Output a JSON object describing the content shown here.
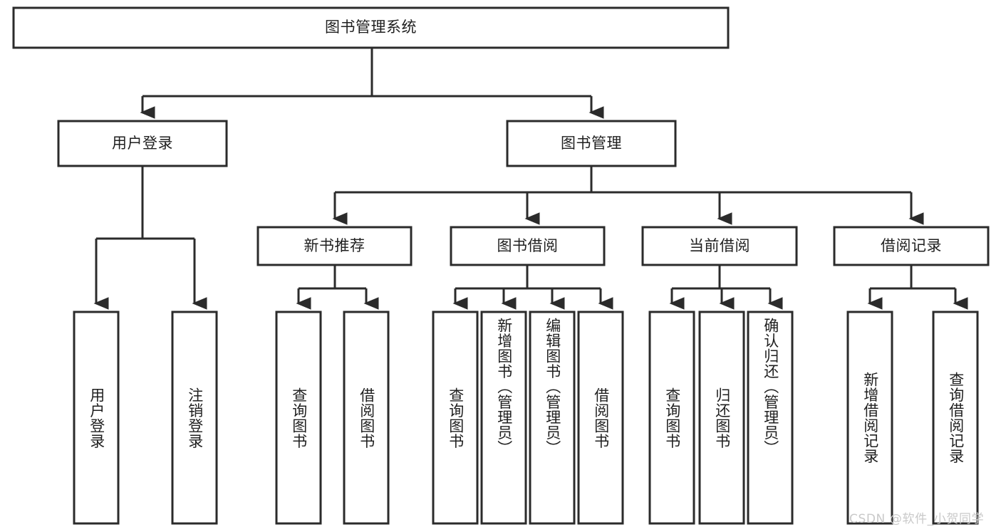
{
  "diagram": {
    "title": "图书管理系统",
    "type": "tree",
    "watermark": "CSDN @软件_小贺同学",
    "colors": {
      "box_stroke": "#2b2b2b",
      "box_fill": "#ffffff",
      "text": "#1f1f1f",
      "background": "#ffffff",
      "watermark": "#c9c9c9"
    },
    "root": {
      "label": "图书管理系统",
      "orientation": "horizontal"
    },
    "level2": [
      {
        "label": "用户登录",
        "orientation": "horizontal"
      },
      {
        "label": "图书管理",
        "orientation": "horizontal"
      }
    ],
    "level3": [
      {
        "label": "新书推荐",
        "orientation": "horizontal",
        "parent": "图书管理"
      },
      {
        "label": "图书借阅",
        "orientation": "horizontal",
        "parent": "图书管理"
      },
      {
        "label": "当前借阅",
        "orientation": "horizontal",
        "parent": "图书管理"
      },
      {
        "label": "借阅记录",
        "orientation": "horizontal",
        "parent": "图书管理"
      }
    ],
    "leaves": [
      {
        "label": "用户登录",
        "orientation": "vertical",
        "parent": "用户登录"
      },
      {
        "label": "注销登录",
        "orientation": "vertical",
        "parent": "用户登录"
      },
      {
        "label": "查询图书",
        "orientation": "vertical",
        "parent": "新书推荐"
      },
      {
        "label": "借阅图书",
        "orientation": "vertical",
        "parent": "新书推荐"
      },
      {
        "label": "查询图书",
        "orientation": "vertical",
        "parent": "图书借阅"
      },
      {
        "label": "新增图书（管理员）",
        "orientation": "vertical",
        "parent": "图书借阅"
      },
      {
        "label": "编辑图书（管理员）",
        "orientation": "vertical",
        "parent": "图书借阅"
      },
      {
        "label": "借阅图书",
        "orientation": "vertical",
        "parent": "图书借阅"
      },
      {
        "label": "查询图书",
        "orientation": "vertical",
        "parent": "当前借阅"
      },
      {
        "label": "归还图书",
        "orientation": "vertical",
        "parent": "当前借阅"
      },
      {
        "label": "确认归还（管理员）",
        "orientation": "vertical",
        "parent": "当前借阅"
      },
      {
        "label": "新增借阅记录",
        "orientation": "vertical",
        "parent": "借阅记录"
      },
      {
        "label": "查询借阅记录",
        "orientation": "vertical",
        "parent": "借阅记录"
      }
    ]
  }
}
